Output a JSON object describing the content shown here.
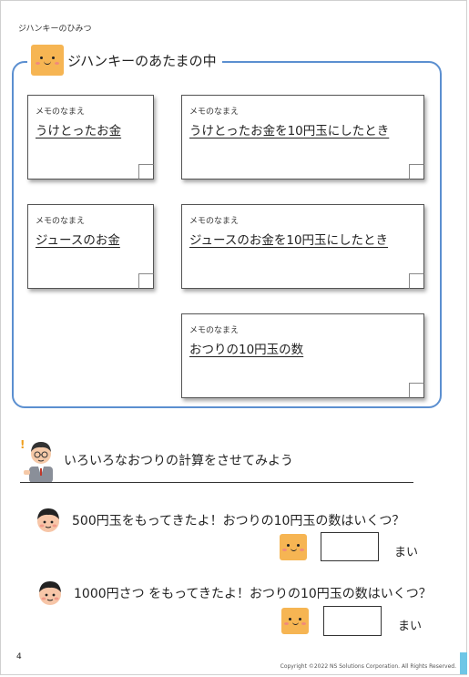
{
  "header": {
    "title": "ジハンキーのひみつ"
  },
  "brain_section": {
    "title": "ジハンキーのあたまの中",
    "memos": [
      {
        "caption": "メモのなまえ",
        "name": "うけとったお金"
      },
      {
        "caption": "メモのなまえ",
        "name": "うけとったお金を10円玉にしたとき"
      },
      {
        "caption": "メモのなまえ",
        "name": "ジュースのお金"
      },
      {
        "caption": "メモのなまえ",
        "name": "ジュースのお金を10円玉にしたとき"
      },
      {
        "caption": "メモのなまえ",
        "name": "おつりの10円玉の数"
      }
    ]
  },
  "practice": {
    "title": "いろいろなおつりの計算をさせてみよう",
    "questions": [
      {
        "text": "500円玉をもってきたよ！おつりの10円玉の数はいくつ？",
        "answer": "",
        "unit": "まい"
      },
      {
        "text": "1000円さつ をもってきたよ！おつりの10円玉の数はいくつ？",
        "answer": "",
        "unit": "まい"
      }
    ]
  },
  "footer": {
    "page_number": "4",
    "copyright": "Copyright ©2022 NS Solutions Corporation. All Rights Reserved."
  },
  "colors": {
    "frame_border": "#5b8fd0",
    "face": "#f6b553",
    "tab": "#6ec6e6"
  }
}
